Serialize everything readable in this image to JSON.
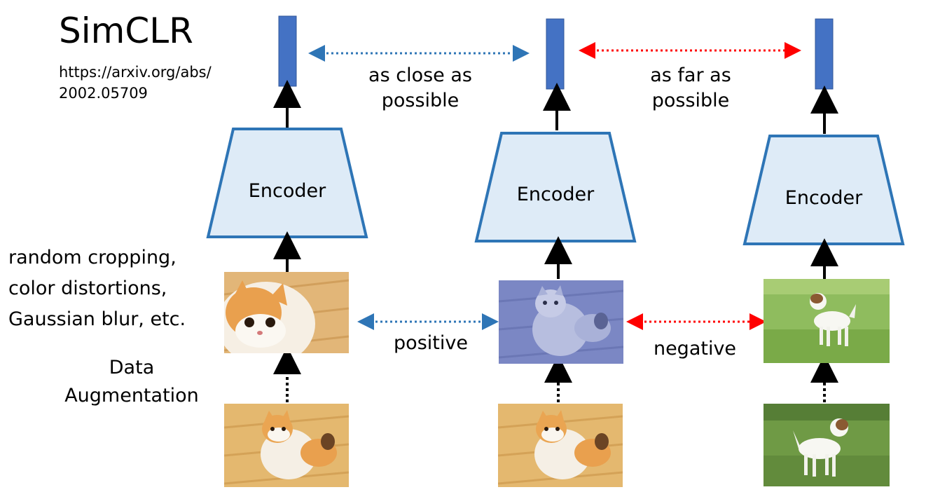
{
  "title": "SimCLR",
  "link": "https://arxiv.org/abs/ 2002.05709",
  "encoder_label": "Encoder",
  "augmentation": {
    "description_lines": [
      "random cropping,",
      "color distortions,",
      "Gaussian blur, etc."
    ],
    "title_lines": [
      "Data",
      "Augmentation"
    ]
  },
  "relations": {
    "close": [
      "as close as",
      "possible"
    ],
    "far": [
      "as far as",
      "possible"
    ],
    "positive": "positive",
    "negative": "negative"
  },
  "colors": {
    "embedding": "#4472c4",
    "encoder_fill": "#deebf7",
    "encoder_stroke": "#2e75b6",
    "positive_arrow": "#2e75b6",
    "negative_arrow": "#ff0000"
  },
  "icons": [
    "cat-photo",
    "tinted-cat-photo",
    "dog-photo"
  ]
}
